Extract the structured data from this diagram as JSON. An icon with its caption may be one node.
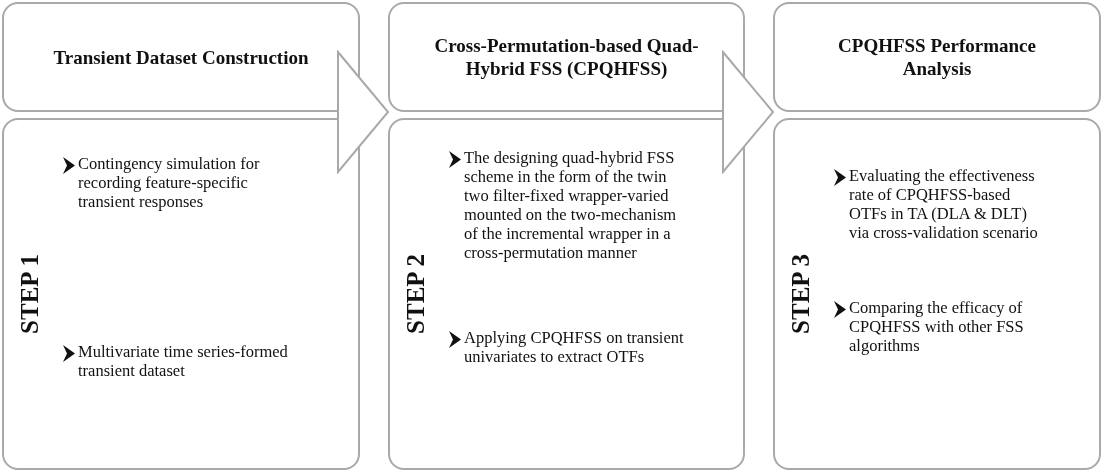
{
  "diagram": {
    "nodes": [
      {
        "text": [
          "Transient Dataset Construction"
        ]
      },
      {
        "text": [
          "STEP 1",
          "Contingency simulation for recording feature-specific transient responses",
          "Multivariate time series-formed transient dataset"
        ]
      },
      {
        "text": [
          "Cross-Permutation-based Quad-Hybrid FSS (CPQHFSS)"
        ]
      },
      {
        "text": [
          "STEP 2",
          "The designing quad-hybrid FSS scheme in the form of the twin two filter-fixed wrapper-varied mounted on the two-mechanism of the incremental wrapper in a cross-permutation manner",
          "Applying CPQHFSS on transient univariates to extract OTFs"
        ]
      },
      {
        "text": [
          "CPQHFSS Performance Analysis"
        ]
      },
      {
        "text": [
          "STEP 3",
          "Evaluating the effectiveness rate of CPQHFSS-based OTFs in TA (DLA & DLT) via cross-validation scenario",
          "Comparing the efficacy of CPQHFSS with other FSS algorithms"
        ]
      }
    ],
    "edges": [
      {
        "from": 0,
        "to": 2,
        "arrow": "to"
      },
      {
        "from": 2,
        "to": 4,
        "arrow": "to"
      }
    ]
  }
}
